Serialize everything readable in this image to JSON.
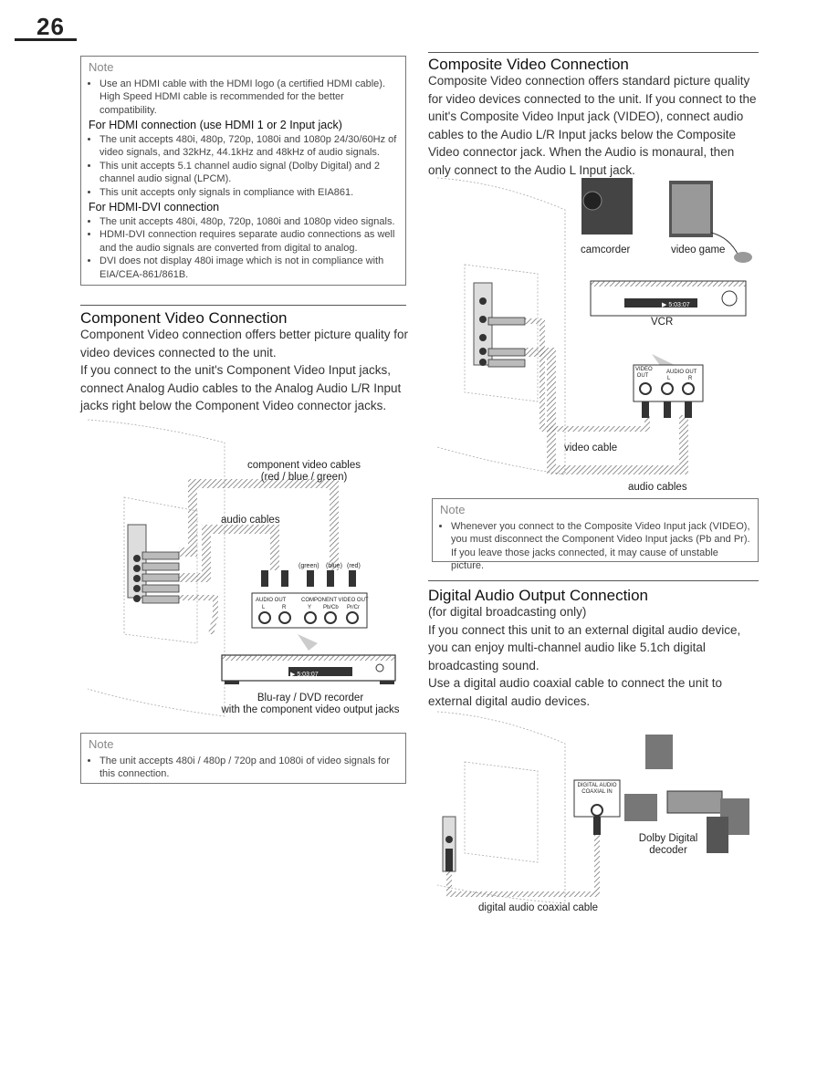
{
  "page_number": "26",
  "hdmi_note": {
    "title": "Note",
    "items": [
      {
        "type": "bullet",
        "text": "Use an HDMI cable with the HDMI logo (a certified HDMI cable). High Speed HDMI cable is recommended for the better compatibility."
      },
      {
        "type": "heading",
        "text": "For HDMI connection (use HDMI 1 or 2 Input jack)"
      },
      {
        "type": "bullet",
        "text": "The unit accepts 480i, 480p, 720p, 1080i and 1080p 24/30/60Hz of video signals, and 32kHz, 44.1kHz and 48kHz of audio signals."
      },
      {
        "type": "bullet",
        "text": "This unit accepts 5.1 channel audio signal (Dolby Digital) and 2 channel audio signal (LPCM)."
      },
      {
        "type": "bullet",
        "text": "This unit accepts only signals in compliance with EIA861."
      },
      {
        "type": "heading",
        "text": "For HDMI-DVI connection"
      },
      {
        "type": "bullet",
        "text": "The unit accepts 480i, 480p, 720p, 1080i and 1080p video signals."
      },
      {
        "type": "bullet",
        "text": "HDMI-DVI connection requires separate audio connections as well and the audio signals are converted from digital to analog."
      },
      {
        "type": "bullet",
        "text": "DVI does not display 480i image which is not in compliance with EIA/CEA-861/861B."
      }
    ]
  },
  "component": {
    "heading": "Component Video Connection",
    "paragraphs": [
      "Component Video connection offers better picture quality for video devices connected to the unit.",
      "If you connect to the unit's Component Video Input jacks, connect Analog Audio cables to the Analog Audio L/R Input jacks right below the Component Video connector jacks."
    ],
    "figure": {
      "label_video_cables": "component video cables",
      "label_video_cables_colors": "(red / blue / green)",
      "label_audio_cables": "audio cables",
      "label_green": "(green)",
      "label_blue": "(blue)",
      "label_red": "(red)",
      "panel_audio_out": "AUDIO OUT",
      "panel_component_out": "COMPONENT VIDEO OUT",
      "panel_l": "L",
      "panel_r": "R",
      "panel_y": "Y",
      "panel_pb": "Pb/Cb",
      "panel_pr": "Pr/Cr",
      "device_display": "▶ 5:03:07",
      "label_device": "Blu-ray / DVD recorder",
      "label_device_sub": "with the component video output jacks"
    },
    "note": {
      "title": "Note",
      "items": [
        "The unit accepts 480i / 480p / 720p and 1080i of video signals for this connection."
      ]
    }
  },
  "composite": {
    "heading": "Composite Video Connection",
    "paragraphs": [
      "Composite Video connection offers standard picture quality for video devices connected to the unit. If you connect to the unit's Composite Video Input jack (VIDEO), connect audio cables to the Audio L/R Input jacks below the Composite Video connector jack. When the Audio is monaural, then only connect to the Audio L Input jack."
    ],
    "figure": {
      "label_camcorder": "camcorder",
      "label_video_game": "video game",
      "label_vcr": "VCR",
      "vcr_display": "▶ 5:03:07",
      "panel_video_out": "VIDEO OUT",
      "panel_audio_out": "AUDIO OUT",
      "panel_l": "L",
      "panel_r": "R",
      "label_video_cable": "video cable",
      "label_audio_cables": "audio cables"
    },
    "note": {
      "title": "Note",
      "items": [
        "Whenever you connect to the Composite Video Input jack (VIDEO), you must disconnect the Component Video Input jacks (Pb and Pr). If you leave those jacks connected, it may cause of unstable picture."
      ]
    }
  },
  "digital": {
    "heading": "Digital Audio Output Connection",
    "paragraphs": [
      "(for digital broadcasting only)",
      "If you connect this unit to an external digital audio device, you can enjoy multi-channel audio like 5.1ch digital broadcasting sound.",
      "Use a digital audio coaxial cable to connect the unit to external digital audio devices."
    ],
    "figure": {
      "panel_label": "DIGITAL AUDIO COAXIAL IN",
      "label_decoder": "Dolby Digital",
      "label_decoder_sub": "decoder",
      "label_cable": "digital audio coaxial cable"
    }
  }
}
